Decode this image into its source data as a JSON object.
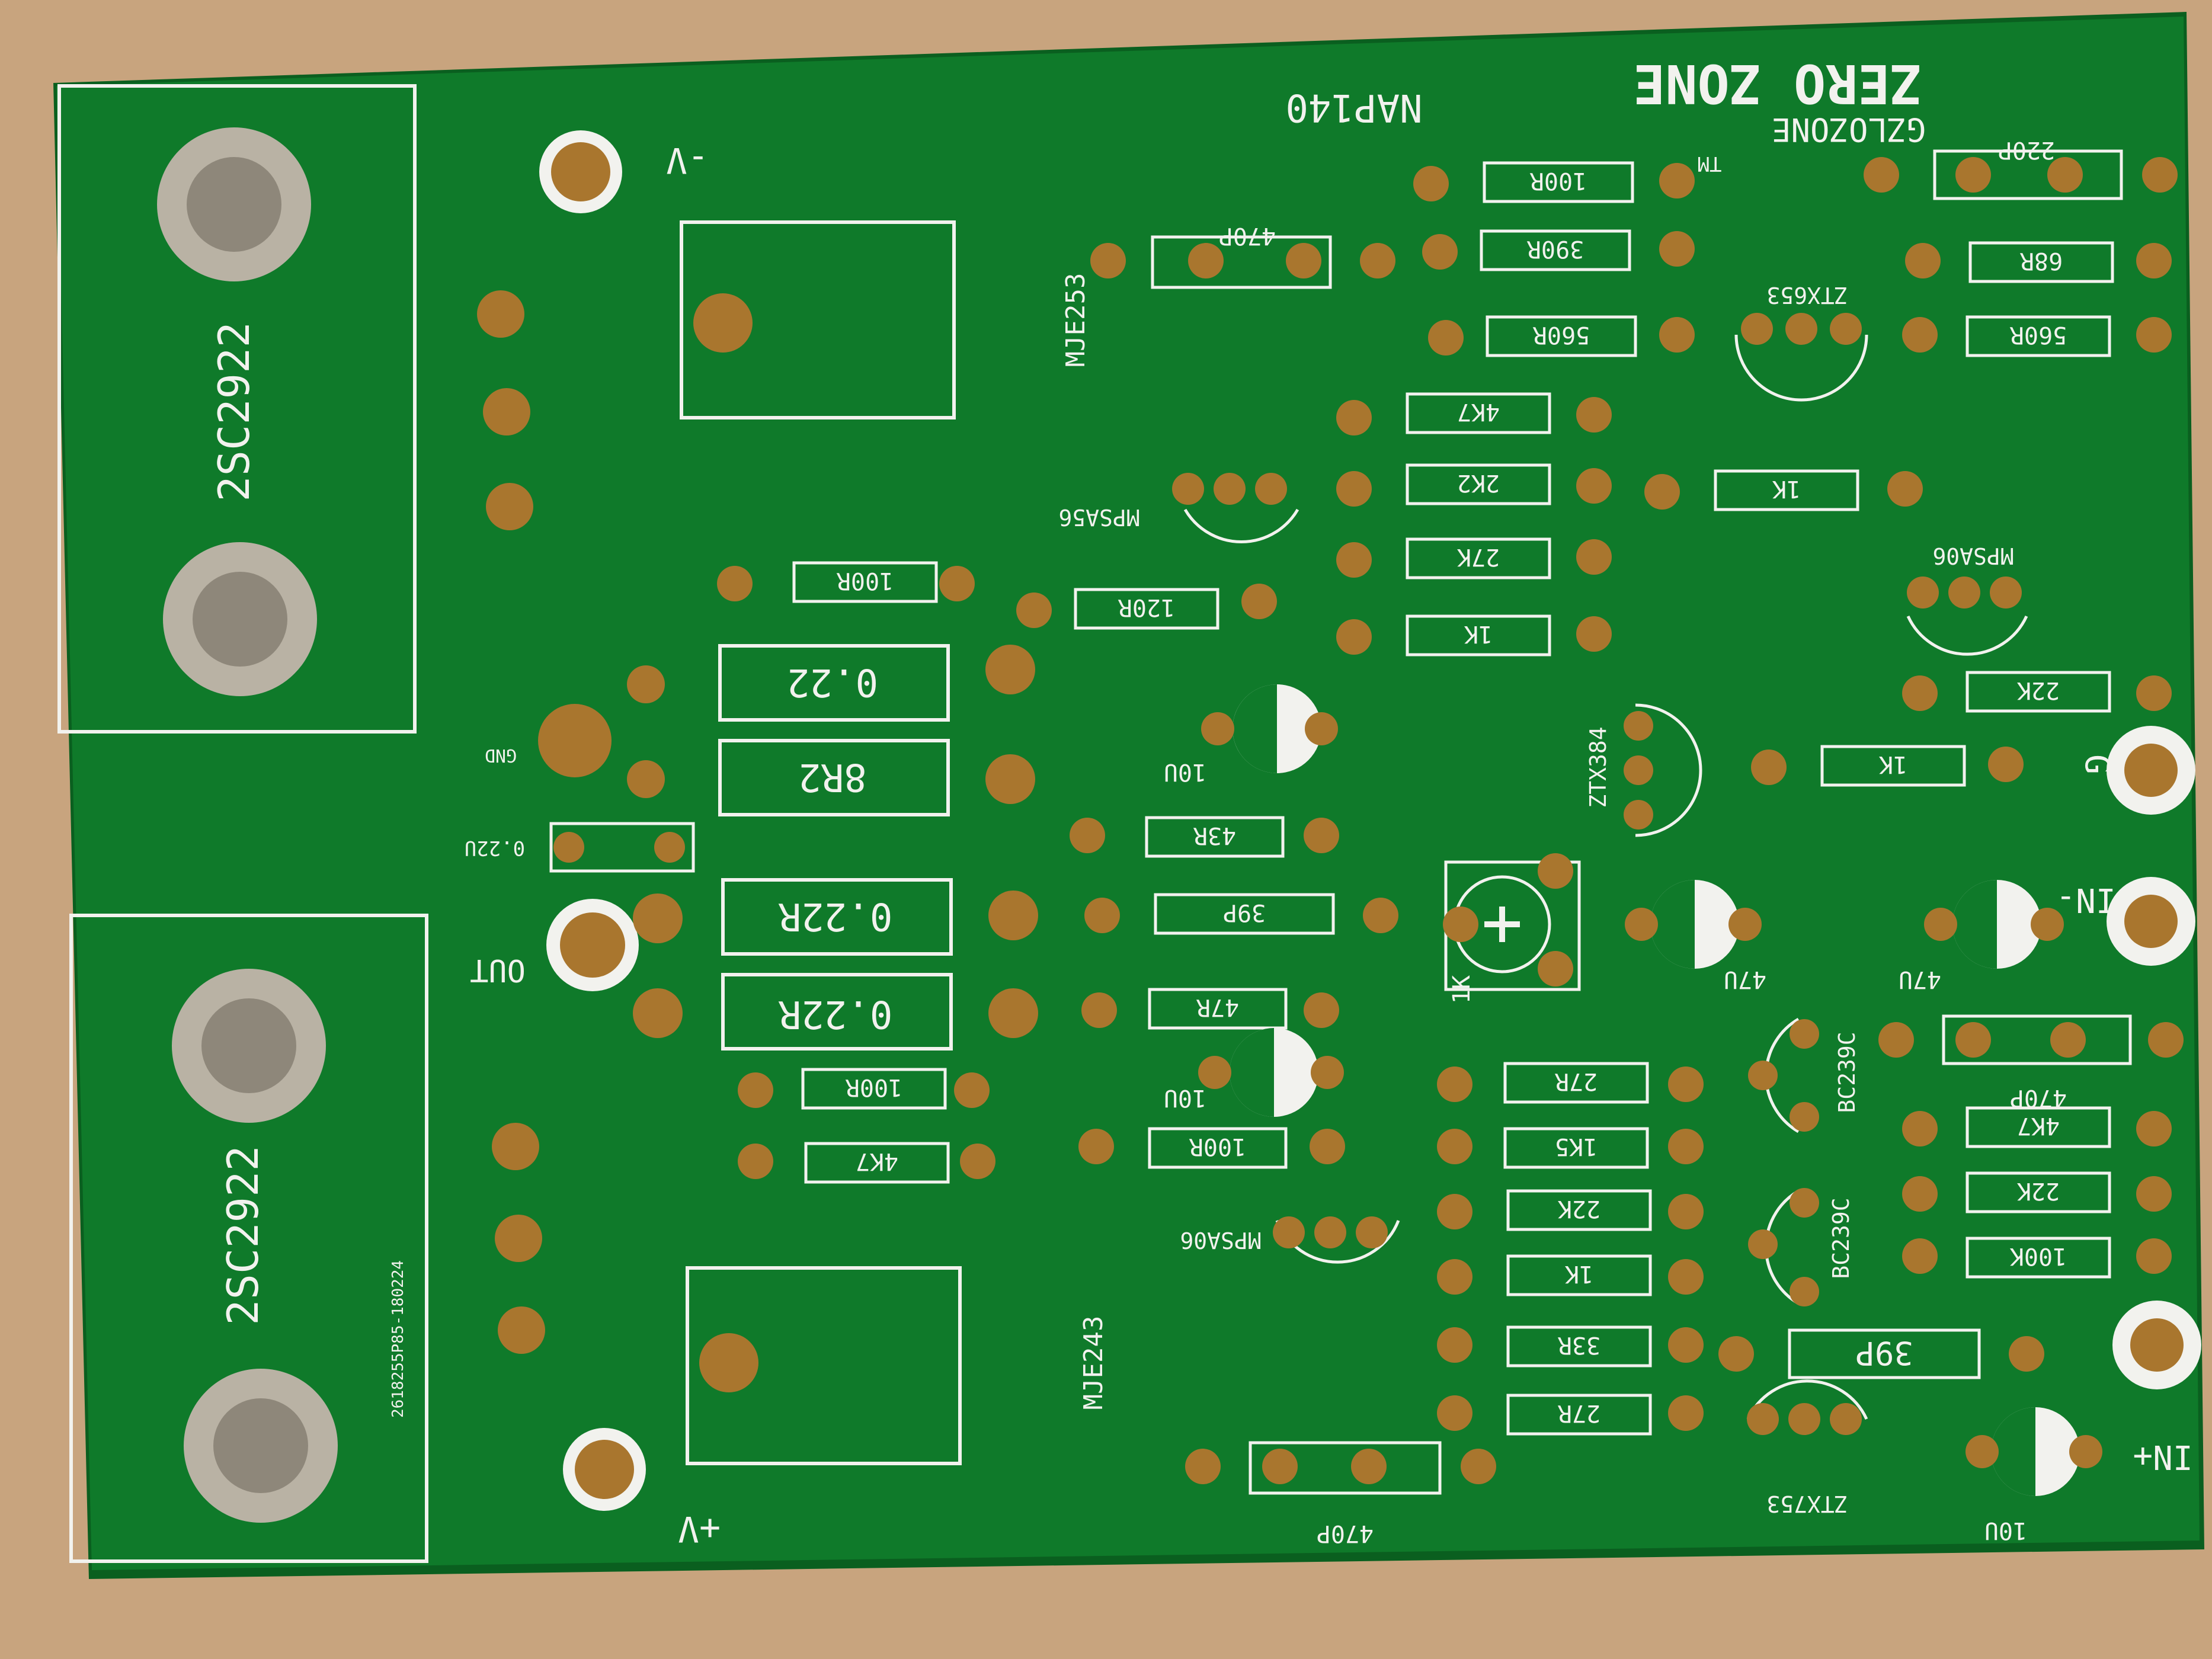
{
  "board": {
    "colors": {
      "table": "#c8a47e",
      "pcb": "#0f7a2a",
      "pcb_dark": "#0a5f1f",
      "silk": "#f2f2ee",
      "pad": "#a9762e",
      "mount": "#b9b2a4"
    },
    "logo": "ZERO ZONE",
    "brand": "GZLOZONE",
    "trademark": "TM",
    "model": "NAP140",
    "output_transistors": [
      "2SC2922",
      "2SC2922"
    ],
    "pcb_code": "2618255P85-180224",
    "terminals": {
      "neg_supply": "-V",
      "pos_supply": "+V",
      "ground": "GND",
      "output": "OUT",
      "signal_ground": "G",
      "input_neg": "IN-",
      "input_pos": "IN+"
    },
    "drivers": [
      "MJE253",
      "MJE243"
    ],
    "small_transistors": [
      "MPSA56",
      "MPSA06",
      "MPSA06",
      "ZTX653",
      "ZTX753",
      "ZTX384",
      "BC239C",
      "BC239C"
    ],
    "trimmer": "1K",
    "power_resistors": [
      "0.22",
      "8R2",
      "0.22R",
      "0.22R"
    ],
    "film_cap": "0.22U",
    "resistors": [
      "100R",
      "390R",
      "560R",
      "4K7",
      "2K2",
      "27K",
      "1K",
      "100R",
      "120R",
      "43R",
      "39P",
      "47R",
      "100R",
      "4K7",
      "100R",
      "27R",
      "1K5",
      "22K",
      "1K",
      "33R",
      "27R",
      "68R",
      "560R",
      "1K",
      "22K",
      "1K",
      "4K7",
      "22K",
      "100K",
      "39P"
    ],
    "ceramic_caps": [
      "470P",
      "220P",
      "470P",
      "470P"
    ],
    "electrolytics": [
      "10U",
      "10U",
      "47U",
      "47U",
      "10U"
    ]
  }
}
